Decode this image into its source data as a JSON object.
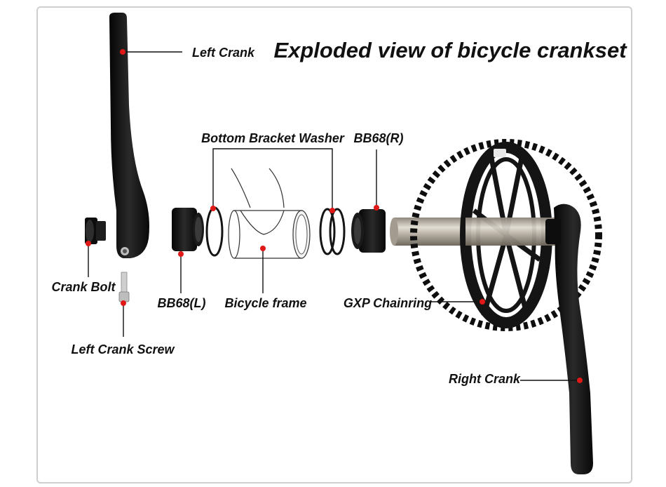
{
  "title": "Exploded view of bicycle crankset",
  "labels": {
    "left_crank": "Left Crank",
    "bottom_bracket_washer": "Bottom Bracket Washer",
    "bb68_right": "BB68(R)",
    "crank_bolt": "Crank Bolt",
    "bb68_left": "BB68(L)",
    "bicycle_frame": "Bicycle frame",
    "gxp_chainring": "GXP Chainring",
    "left_crank_screw": "Left Crank Screw",
    "right_crank": "Right Crank"
  },
  "colors": {
    "leader_dot": "#e01818",
    "part_black": "#141414",
    "axle_metal": "#b9b2a6",
    "frame_border": "#cfcfcf"
  }
}
